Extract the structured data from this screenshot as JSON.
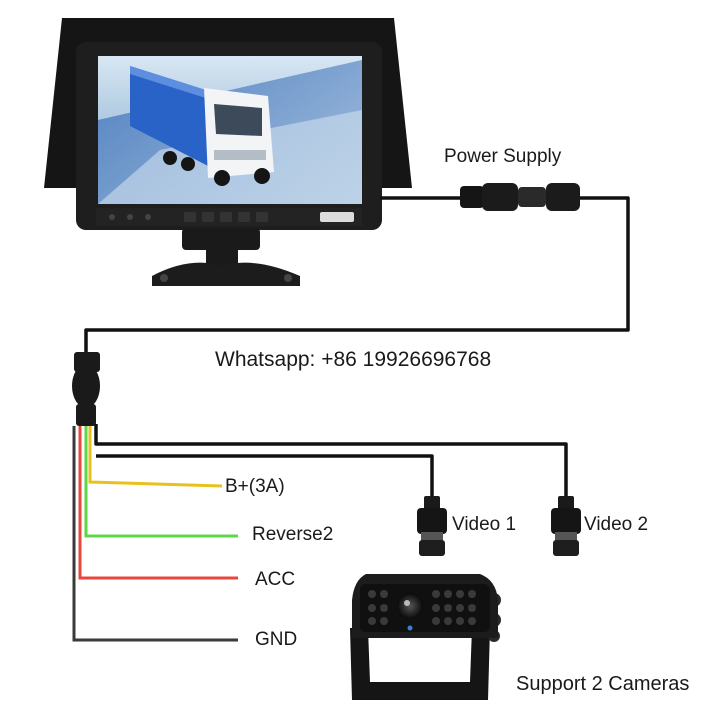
{
  "labels": {
    "power_supply": "Power Supply",
    "whatsapp": "Whatsapp: +86 19926696768",
    "b_plus": "B+(3A)",
    "reverse2": "Reverse2",
    "acc": "ACC",
    "gnd": "GND",
    "video1": "Video 1",
    "video2": "Video 2",
    "support": "Support 2 Cameras"
  },
  "colors": {
    "cable": "#111111",
    "b_plus_wire": "#e8c21a",
    "reverse_wire": "#5fd64a",
    "acc_wire": "#e8483c",
    "gnd_wire": "#3a3a3a",
    "monitor_body": "#1c1c1c",
    "screen_sky": "#9fc2de",
    "truck_trailer": "#2a63c8"
  }
}
